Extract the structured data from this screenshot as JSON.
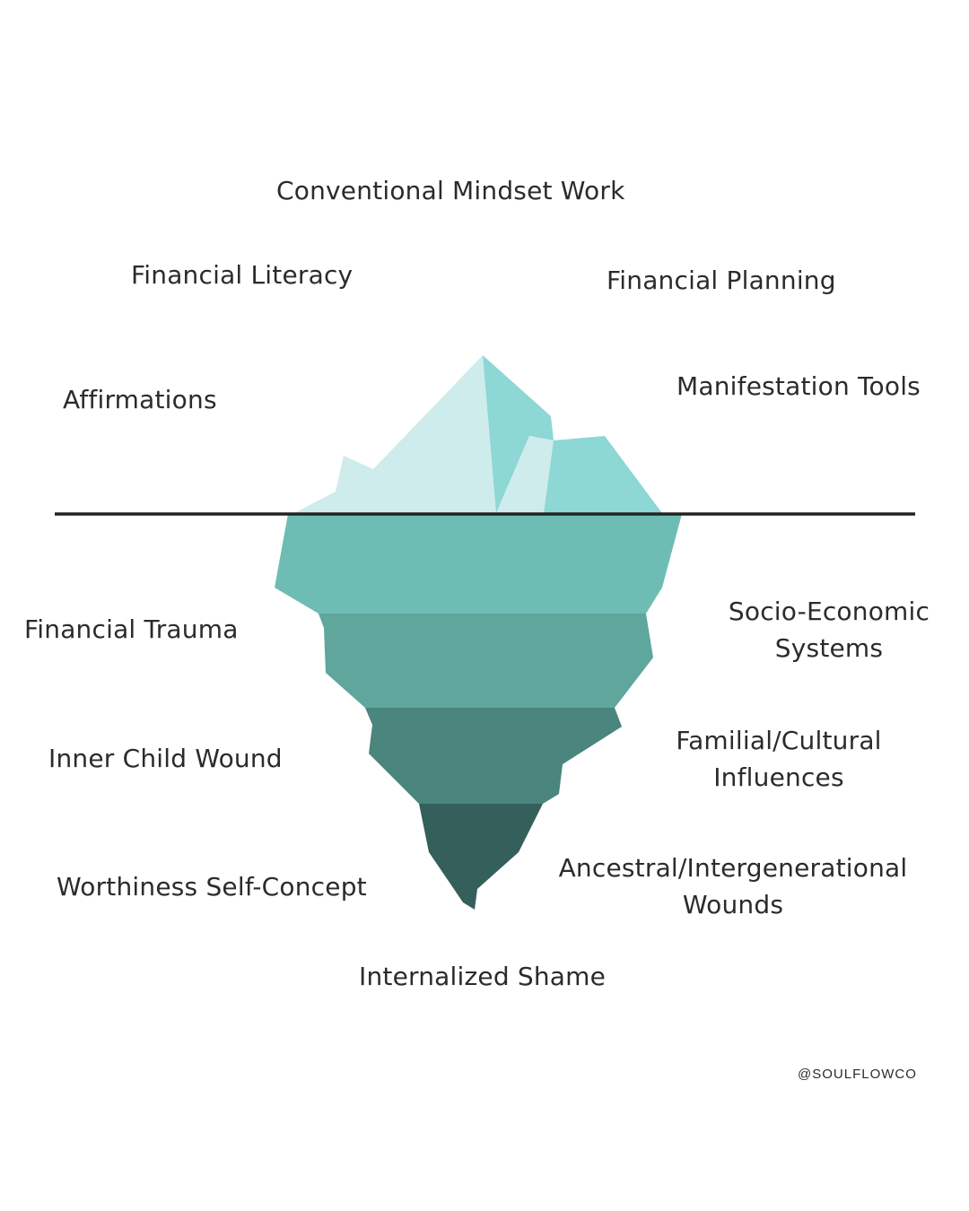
{
  "above_surface": {
    "heading": "Conventional Mindset Work",
    "items": [
      "Financial Literacy",
      "Financial Planning",
      "Affirmations",
      "Manifestation Tools"
    ]
  },
  "below_surface": {
    "left": [
      "Financial Trauma",
      "Inner Child Wound",
      "Worthiness Self-Concept"
    ],
    "right": [
      [
        "Socio-Economic",
        "Systems"
      ],
      [
        "Familial/Cultural",
        "Influences"
      ],
      [
        "Ancestral/Intergenerational",
        "Wounds"
      ]
    ],
    "bottom": "Internalized Shame"
  },
  "handle": "@SOULFLOWCO",
  "colors": {
    "tip_light": "#cdeceb",
    "tip_mid": "#8dd7d5",
    "layer_1": "#6ebdb5",
    "layer_2": "#5fa69d",
    "layer_3": "#4a857e",
    "layer_4": "#345f5b",
    "waterline": "#222222",
    "text": "#2b2b2b"
  }
}
